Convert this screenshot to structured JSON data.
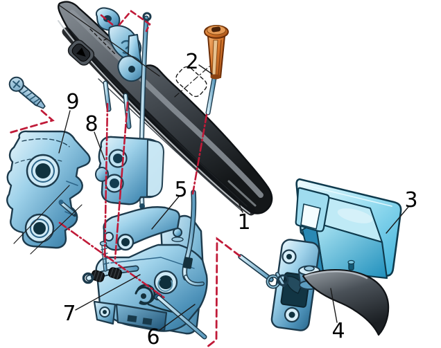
{
  "diagram": {
    "type": "exploded-parts-diagram",
    "subject": "car door exterior handle and door lock assembly",
    "background": "#ffffff",
    "colors": {
      "part_blue_light": "#cfeaf6",
      "part_blue": "#8fc9e4",
      "part_blue_deep": "#2e6f96",
      "outline_teal": "#1c3a4c",
      "handle_gray": "#565d64",
      "handle_dark": "#141719",
      "lever_gray": "#4a5158",
      "knob_orange": "#d9792e",
      "alignment_red": "#c01a38",
      "leader_black": "#1a1a1a",
      "label_color": "#000000"
    },
    "callouts": [
      {
        "number": "1",
        "part": "exterior-door-handle"
      },
      {
        "number": "2",
        "part": "lock-button"
      },
      {
        "number": "3",
        "part": "handle-recess-housing"
      },
      {
        "number": "4",
        "part": "door-check-strap"
      },
      {
        "number": "5",
        "part": "door-lock-assembly"
      },
      {
        "number": "6",
        "part": "lock-operating-rod"
      },
      {
        "number": "7",
        "part": "lock-adjustment-pin"
      },
      {
        "number": "8",
        "part": "handle-support-bracket"
      },
      {
        "number": "9",
        "part": "lock-carrier-bracket"
      }
    ]
  }
}
